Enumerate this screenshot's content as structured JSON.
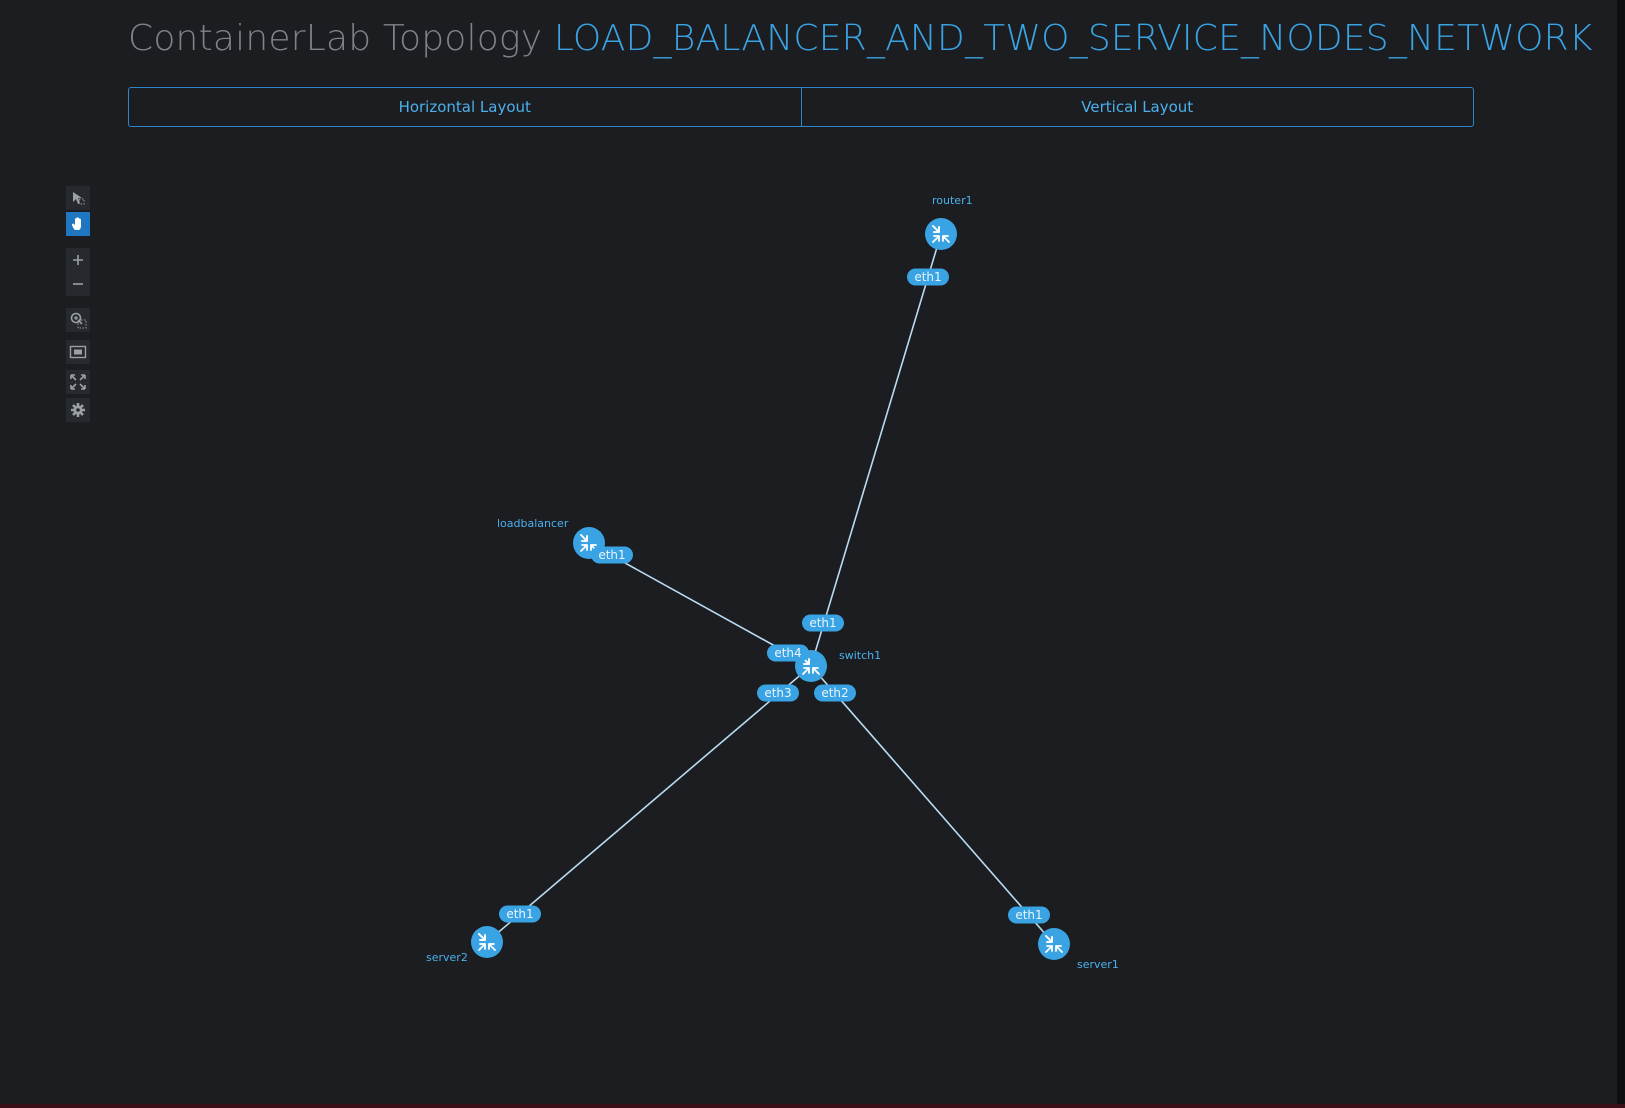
{
  "header": {
    "title_prefix": "ContainerLab Topology",
    "topology_name": "LOAD_BALANCER_AND_TWO_SERVICE_NODES_NETWORK"
  },
  "layout_buttons": {
    "horizontal": "Horizontal Layout",
    "vertical": "Vertical Layout"
  },
  "toolbar": [
    {
      "icon": "select-pointer-icon",
      "active": false
    },
    {
      "icon": "pan-hand-icon",
      "active": true
    },
    {
      "icon": "zoom-in-icon",
      "active": false
    },
    {
      "icon": "zoom-out-icon",
      "active": false
    },
    {
      "icon": "zoom-selection-icon",
      "active": false
    },
    {
      "icon": "fit-view-icon",
      "active": false
    },
    {
      "icon": "fullscreen-icon",
      "active": false
    },
    {
      "icon": "settings-gear-icon",
      "active": false
    }
  ],
  "nodes": [
    {
      "id": "router1",
      "label": "router1"
    },
    {
      "id": "loadbalancer",
      "label": "loadbalancer"
    },
    {
      "id": "switch1",
      "label": "switch1"
    },
    {
      "id": "server2",
      "label": "server2"
    },
    {
      "id": "server1",
      "label": "server1"
    }
  ],
  "links": [
    {
      "from": "router1",
      "from_port": "eth1",
      "to": "switch1",
      "to_port": "eth1"
    },
    {
      "from": "loadbalancer",
      "from_port": "eth1",
      "to": "switch1",
      "to_port": "eth4"
    },
    {
      "from": "server2",
      "from_port": "eth1",
      "to": "switch1",
      "to_port": "eth3"
    },
    {
      "from": "server1",
      "from_port": "eth1",
      "to": "switch1",
      "to_port": "eth2"
    }
  ],
  "colors": {
    "background": "#1b1d20",
    "accent": "#3aa3e3",
    "node_fill": "#3aa3e3",
    "link": "#b9dcf3",
    "title_muted": "#7f8388"
  }
}
